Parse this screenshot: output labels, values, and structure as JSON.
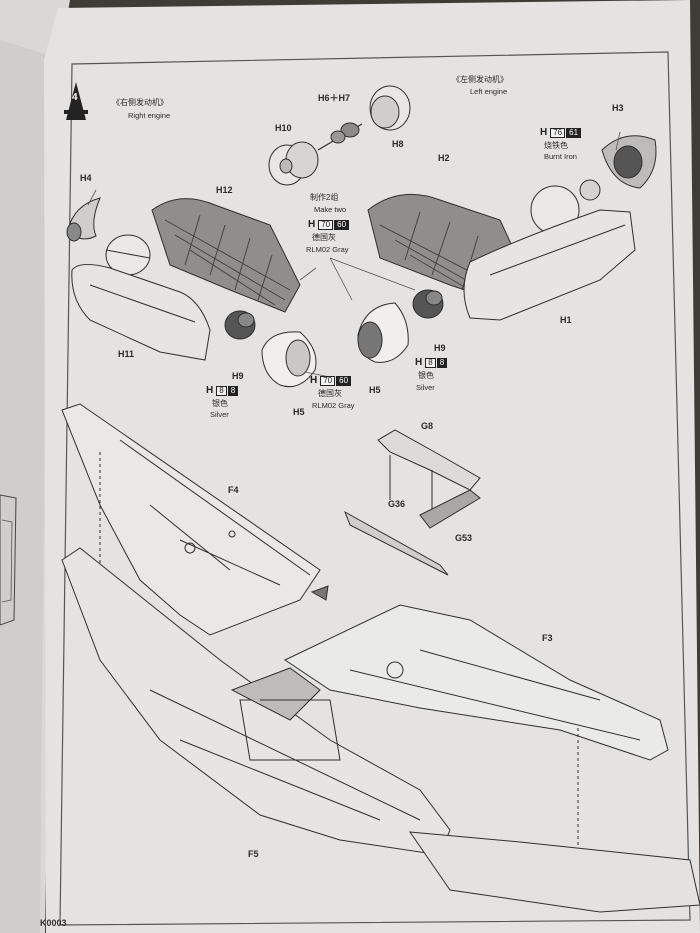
{
  "step": {
    "number": "4"
  },
  "engines": {
    "right_title": "《右侧发动机》",
    "right_title_en": "Right engine",
    "left_title": "《左侧发动机》",
    "left_title_en": "Left engine",
    "make_two_cn": "制作2组",
    "make_two_en": "Make two"
  },
  "parts": {
    "h10": "H10",
    "h6h7": "H6＋H7",
    "h8": "H8",
    "h4": "H4",
    "h12": "H12",
    "h2": "H2",
    "h3": "H3",
    "h11": "H11",
    "h9_right": "H9",
    "h5_right": "H5",
    "h5_left": "H5",
    "h9_left": "H9",
    "h1": "H1",
    "g8": "G8",
    "g36": "G36",
    "g53": "G53",
    "f4": "F4",
    "f3": "F3",
    "f5": "F5"
  },
  "paints": {
    "burnt_iron": {
      "prefix": "H",
      "code1": "76",
      "code2": "61",
      "cn": "烧铁色",
      "en": "Burnt Iron"
    },
    "gray_top": {
      "prefix": "H",
      "code1": "70",
      "code2": "60",
      "cn": "德国灰",
      "en": "RLM02 Gray"
    },
    "silver_left": {
      "prefix": "H",
      "code1": "8",
      "code2": "8",
      "cn": "银色",
      "en": "Silver"
    },
    "silver_right": {
      "prefix": "H",
      "code1": "8",
      "code2": "8",
      "cn": "银色",
      "en": "Silver"
    },
    "gray_bottom": {
      "prefix": "H",
      "code1": "70",
      "code2": "60",
      "cn": "德国灰",
      "en": "RLM02 Gray"
    }
  },
  "page": {
    "number": "K0003"
  },
  "colors": {
    "paper": "#e4e3e1",
    "ink": "#2a2a2a",
    "shadow": "#4a4642"
  }
}
